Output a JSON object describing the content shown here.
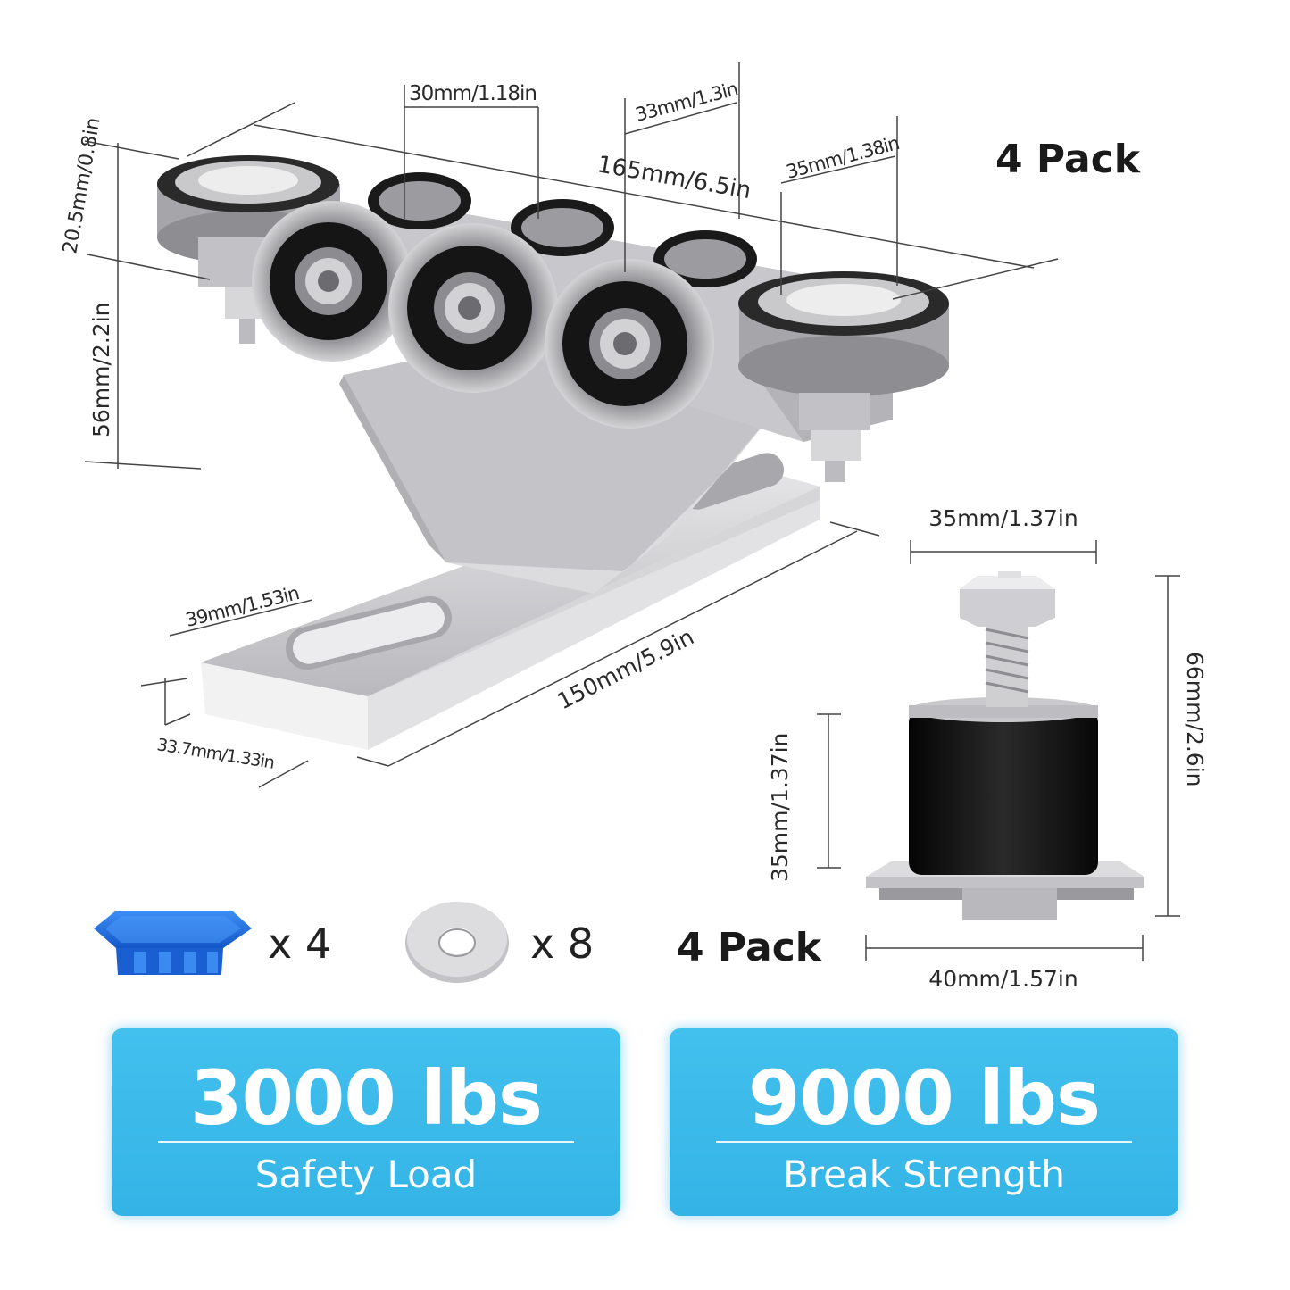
{
  "pack_label_top": "4 Pack",
  "pack_label_bottom": "4 Pack",
  "trolley_dimensions": {
    "width_top": "165mm/6.5in",
    "wheel_gap": "30mm/1.18in",
    "wheel_spacing": "33mm/1.3in",
    "side_wheel_width": "35mm/1.38in",
    "side_wheel_height": "20.5mm/0.8in",
    "body_height": "56mm/2.2in",
    "slot_length": "39mm/1.53in",
    "base_length": "150mm/5.9in",
    "base_width": "33.7mm/1.33in"
  },
  "bolt_dimensions": {
    "width_top": "35mm/1.37in",
    "height_total": "66mm/2.6in",
    "rubber_height": "35mm/1.37in",
    "base_width": "40mm/1.57in"
  },
  "accessories": [
    {
      "name": "end-cap",
      "count": "x 4"
    },
    {
      "name": "washer",
      "count": "x 8"
    }
  ],
  "cards": [
    {
      "value": "3000 lbs",
      "label": "Safety Load"
    },
    {
      "value": "9000 lbs",
      "label": "Break Strength"
    }
  ],
  "colors": {
    "card_blue": "#3fbdec",
    "metal": "#c9c9cc",
    "rubber": "#111111",
    "cap_blue": "#1f73e6"
  }
}
